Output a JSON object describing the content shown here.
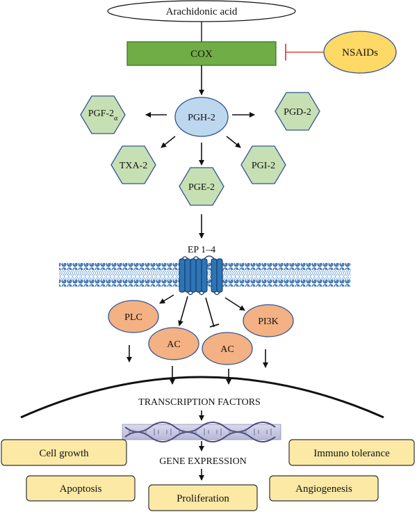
{
  "substrate": "Arachidonic acid",
  "enzyme": "COX",
  "inhibitor": "NSAIDs",
  "intermediate": "PGH-2",
  "prostanoids": {
    "pgf": "PGF-2",
    "pgf_sub": "α",
    "pgd": "PGD-2",
    "txa": "TXA-2",
    "pgi": "PGI-2",
    "pge": "PGE-2"
  },
  "receptor": "EP 1–4",
  "effectors": {
    "plc": "PLC",
    "ac_left": "AC",
    "ac_right": "AC",
    "pi3k": "PI3K"
  },
  "nucleus": {
    "transcription": "TRANSCRIPTION FACTORS",
    "gene_expression": "GENE EXPRESSION"
  },
  "outcomes": {
    "cell_growth": "Cell growth",
    "immuno_tolerance": "Immuno tolerance",
    "apoptosis": "Apoptosis",
    "angiogenesis": "Angiogenesis",
    "proliferation": "Proliferation"
  },
  "colors": {
    "cox": "#70ad47",
    "nsaids": "#ffd966",
    "pgh": "#bdd7ee",
    "hexagon": "#c6e0b4",
    "effector": "#f4b183",
    "outcome": "#fce9a6",
    "inhibit_line": "#e0443c",
    "membrane": "#4a86c8"
  }
}
